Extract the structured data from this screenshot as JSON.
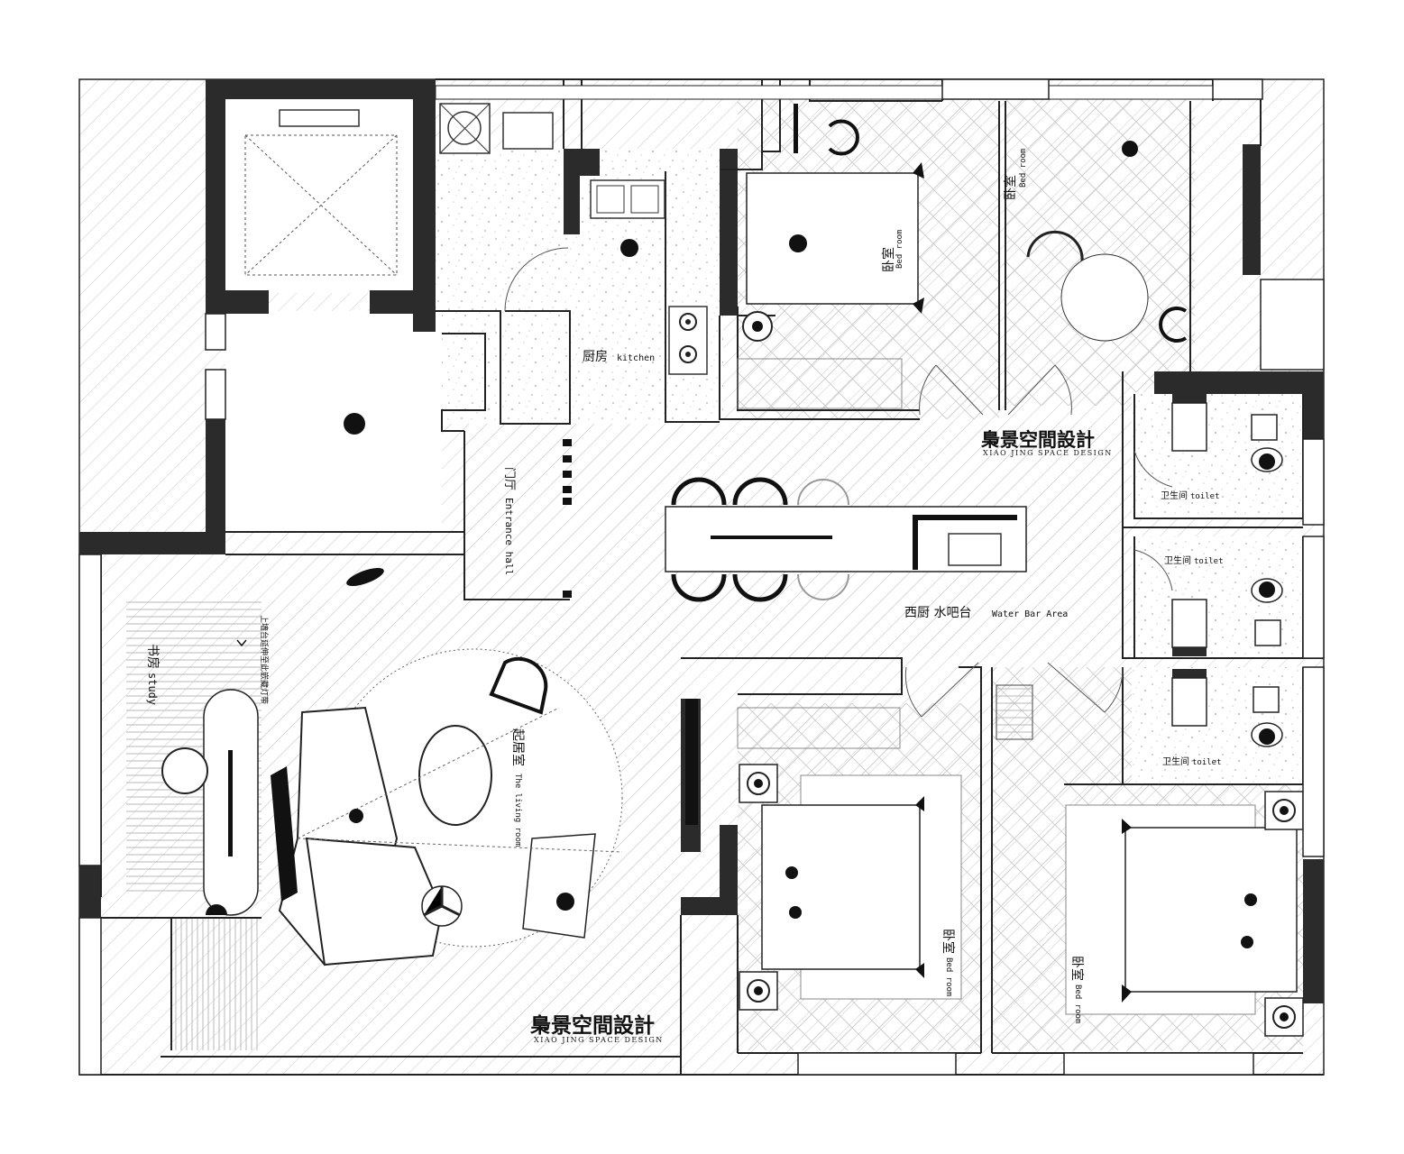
{
  "plan": {
    "rooms": {
      "kitchen": {
        "zh": "厨房",
        "en": "kitchen"
      },
      "entrance": {
        "zh": "门厅",
        "en": "Entrance hall"
      },
      "water_bar": {
        "zh": "西厨 水吧台",
        "en": "Water Bar Area"
      },
      "study": {
        "zh": "书房",
        "en": "study"
      },
      "study_note": "上墙台延伸至此嵌藏灯带",
      "living": {
        "zh": "起居室",
        "en": "The living room"
      },
      "bed_top_1": {
        "zh": "卧室",
        "en": "Bed room"
      },
      "bed_top_2": {
        "zh": "卧室",
        "en": "Bed room"
      },
      "bed_bottom_1": {
        "zh": "卧室",
        "en": "Bed room"
      },
      "bed_bottom_2": {
        "zh": "卧室",
        "en": "Bed room"
      },
      "toilet_1": {
        "zh": "卫生间",
        "en": "toilet"
      },
      "toilet_2": {
        "zh": "卫生间",
        "en": "toilet"
      },
      "toilet_3": {
        "zh": "卫生间",
        "en": "toilet"
      }
    },
    "brand": {
      "name_zh": "梟景空間設計",
      "name_en": "XIAO JING SPACE DESIGN"
    }
  }
}
